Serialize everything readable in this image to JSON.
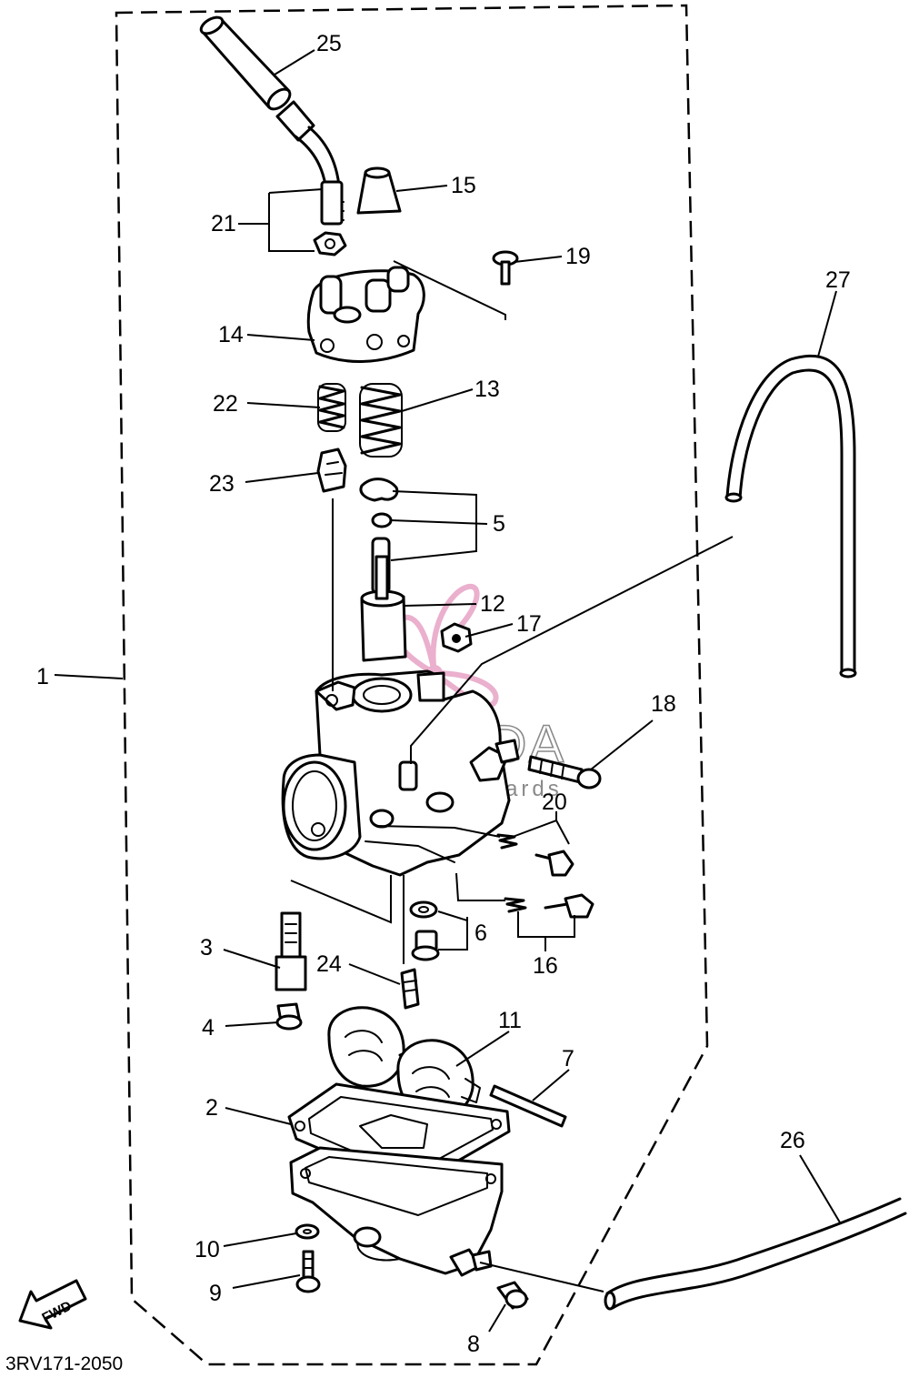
{
  "diagram": {
    "drawing_code": "3RV171-2050",
    "fwd_label": "FWD",
    "watermark": {
      "brand": "ARMADA",
      "tagline": "marine outboards"
    },
    "callouts": {
      "c1": "1",
      "c2": "2",
      "c3": "3",
      "c4": "4",
      "c5": "5",
      "c6": "6",
      "c7": "7",
      "c8": "8",
      "c9": "9",
      "c10": "10",
      "c11": "11",
      "c12": "12",
      "c13": "13",
      "c14": "14",
      "c15": "15",
      "c16": "16",
      "c17": "17",
      "c18": "18",
      "c19": "19",
      "c20": "20",
      "c21": "21",
      "c22": "22",
      "c23": "23",
      "c24": "24",
      "c25": "25",
      "c26": "26",
      "c27": "27"
    },
    "colors": {
      "ink": "#000000",
      "watermark_grey": "#8a8a8a",
      "watermark_pink": "#e8a8c8"
    }
  }
}
